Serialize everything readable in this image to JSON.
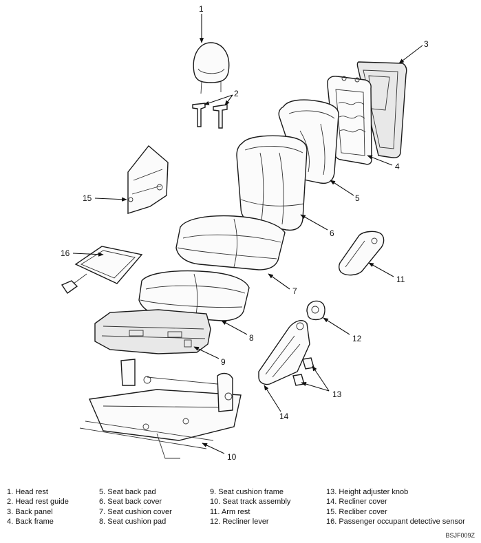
{
  "callouts": [
    "1",
    "2",
    "3",
    "4",
    "5",
    "6",
    "7",
    "8",
    "9",
    "10",
    "11",
    "12",
    "13",
    "14",
    "15",
    "16"
  ],
  "legend": {
    "col1": [
      "1. Head rest",
      "2. Head rest guide",
      "3. Back panel",
      "4. Back frame"
    ],
    "col2": [
      "5. Seat back pad",
      "6. Seat back cover",
      "7. Seat cushion cover",
      "8. Seat cushion pad"
    ],
    "col3": [
      "9. Seat cushion frame",
      "10. Seat track assembly",
      "11. Arm rest",
      "12. Recliner lever"
    ],
    "col4": [
      "13. Height adjuster knob",
      "14. Recliner cover",
      "15. Recliber cover",
      "16. Passenger occupant detective sensor"
    ]
  },
  "figure_code": "BSJF009Z"
}
